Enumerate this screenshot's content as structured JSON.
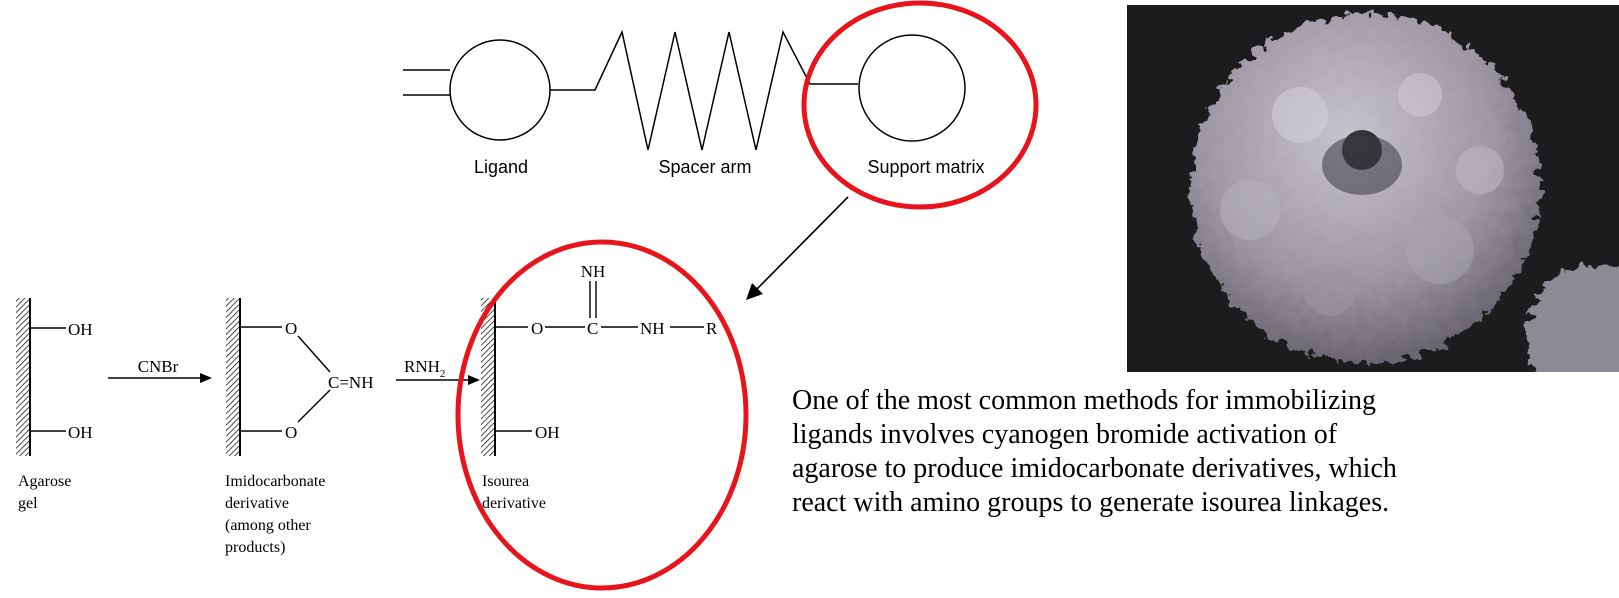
{
  "schematic": {
    "ligand_label": "Ligand",
    "spacer_label": "Spacer arm",
    "support_label": "Support matrix"
  },
  "reaction": {
    "oh_top": "OH",
    "oh_bottom": "OH",
    "reagent1": "CNBr",
    "o_top": "O",
    "o_bottom": "O",
    "c_eq_nh": "C=NH",
    "reagent2_main": "RNH",
    "reagent2_sub": "2",
    "imine_nh": "NH",
    "iso_o": "O",
    "iso_c": "C",
    "iso_nh": "NH",
    "iso_r": "R",
    "iso_oh": "OH",
    "agarose_label": [
      "Agarose",
      "gel"
    ],
    "imido_label": [
      "Imidocarbonate",
      "derivative",
      "(among other",
      "products)"
    ],
    "isourea_label": [
      "Isourea",
      "derivative"
    ]
  },
  "caption": {
    "lines": [
      "One of the most common methods for immobilizing",
      "ligands involves cyanogen bromide activation of",
      "agarose to produce imidocarbonate derivatives, which",
      "react with amino groups to generate isourea linkages."
    ]
  },
  "colors": {
    "highlight": "#e8141b",
    "ink": "#000000",
    "photo_bg": "#1c1c1e"
  }
}
